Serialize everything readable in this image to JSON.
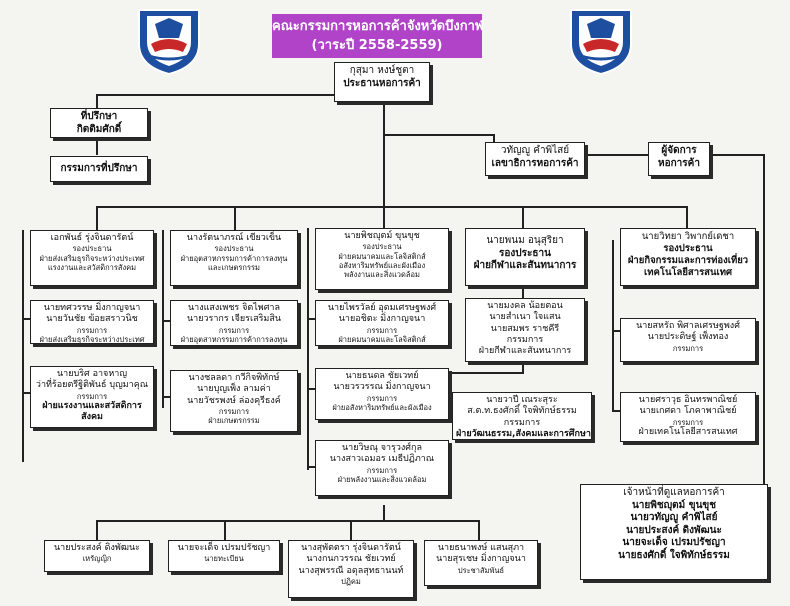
{
  "header": {
    "title": "คณะกรรมการหอการค้าจังหวัดบึงกาฬ",
    "subtitle": "(วาระปี 2558-2559)"
  },
  "colors": {
    "title_bg": "#b043c8",
    "logo_blue": "#1d4ea0",
    "logo_red": "#c8282a"
  },
  "nodes": {
    "president": [
      "กุสุมา หงษ์ชูตา",
      "ประธานหอการค้า"
    ],
    "advisor": [
      "ที่ปรึกษา",
      "กิตติมศักดิ์"
    ],
    "advisor_committee": [
      "กรรมการที่ปรึกษา"
    ],
    "secretary": [
      "วทัญญู คำพิไสย์",
      "เลขาธิการหอการค้า"
    ],
    "manager": [
      "ผู้จัดการ",
      "หอการค้า"
    ],
    "vp1": [
      "เอกพันธ์ รุ่งจินดารัตน์",
      "รองประธาน",
      "ฝ่ายส่งเสริมธุรกิจระหว่างประเทศ",
      "แรงงานและสวัสดิการสังคม"
    ],
    "vp1_a": [
      "นายทศวรรษ   มิ่งกาญจนา",
      "นายวันชัย    ข้อยสราวนิช",
      "กรรมการ",
      "ฝ่ายส่งเสริมธุรกิจระหว่างประเทศ"
    ],
    "vp1_b": [
      "นายบริศ          อาจหาญ",
      "ว่าที่ร้อยตรีฐิติพันธ์ บุญมาคุณ",
      "กรรมการ",
      "ฝ่ายแรงงานและสวัสดิการ",
      "สังคม"
    ],
    "vp2": [
      "นางรัตนาภรณ์ เขียวเข็น",
      "รองประธาน",
      "ฝ่ายอุตสาหกรรมการค้าการลงทุน",
      "และเกษตรกรรม"
    ],
    "vp2_a": [
      "นางแสงเพชร  จิตไพศาล",
      "นายวรากร     เจียรเสริมสิน",
      "กรรมการ",
      "ฝ่ายอุตสาหกรรมการค้าการลงทุน"
    ],
    "vp2_b": [
      "นางชลลดา     กวีกิจพิทักษ์",
      "นายบุญเพ็ง         ลามค่า",
      "นายวัชรพงษ์   ล่องคุรีธงค์",
      "กรรมการ",
      "ฝ่ายเกษตรกรรม"
    ],
    "vp3": [
      "นายพิชญุตม์ ขุนขุช",
      "รองประธาน",
      "ฝ่ายคมนาคมและโลจิสติกส์",
      "อสังหาริมทรัพย์และผังเมือง",
      "พลังงานและสิ่งแวดล้อม"
    ],
    "vp3_a": [
      "นายไพรวัลย์ อุดมเศรษฐพงศ์",
      "นายอชิตะ        มิ่งกาญจนา",
      "กรรมการ",
      "ฝ่ายคมนาคมและโลจิสติกส์"
    ],
    "vp3_b": [
      "นายธนดล      ชัยเวทย์",
      "นายวรวรรณ  มิ่งกาญจนา",
      "กรรมการ",
      "ฝ่ายอสังหาริมทรัพย์และผังเมือง"
    ],
    "vp3_c": [
      "นายวิษณุ         จารุวงศ์กุล",
      "นางสาวเอมอร  เมธีปฏิภาณ",
      "กรรมการ",
      "ฝ่ายพลังงานและสิ่งแวดล้อม"
    ],
    "vp4": [
      "นายพนม อนุสุริยา",
      "รองประธาน",
      "ฝ่ายกีฬาและสันทนาการ"
    ],
    "vp4_a": [
      "นายมงคล น้อยตอน",
      "นายสำเนา   ใจแสน",
      "นายสมพร    ราชคีรี",
      "กรรมการ",
      "ฝ่ายกีฬาและสันทนาการ"
    ],
    "vp4_b": [
      "นายวาปี           เณระสุระ",
      "ส.ต.ท.ธงศักดิ์ ใจพิทักษ์ธรรม",
      "กรรมการ",
      "ฝ่ายวัฒนธรรม,สังคมและการศึกษา"
    ],
    "vp5": [
      "นายวิทยา วิพากย์เดชา",
      "รองประธาน",
      "ฝ่ายกิจกรรมและการท่องเที่ยว",
      "เทคโนโลยีสารสนเทศ"
    ],
    "vp5_a": [
      "นายสหรัถ พิศาลเศรษฐพงศ์",
      "นายประดิษฐ์         เพ็งทอง",
      "กรรมการ"
    ],
    "vp5_b": [
      "นายศราวุธ อินทรพาณิชย์",
      "นายเกศดา โภคาพาณิชย์",
      "กรรมการ",
      "ฝ่ายเทคโนโลยีสารสนเทศ"
    ],
    "staff": [
      "เจ้าหน้าที่ดูแลหอการค้า",
      "นายพิชญุตม์          ขุนขุช",
      "นายวทัญญู       คำพิไสย์",
      "นายประสงค์       ดิงพัฒนะ",
      "นายจะเด็จ     เปรมปรัชญา",
      "นายธงศักดิ์ ใจพิทักษ์ธรรม"
    ],
    "bottom1": [
      "นายประสงค์ ดิงพัฒนะ",
      "เหรัญญิก"
    ],
    "bottom2": [
      "นายจะเด็จ เปรมปรัชญา",
      "นายทะเบียน"
    ],
    "bottom3": [
      "นางสุพัตตรา  รุ่งจินดารัตน์",
      "นางกนกวรรณ     ชัยเวทย์",
      "นางสุพรรณี อดุลสุทธานนท์",
      "ปฏิคม"
    ],
    "bottom4": [
      "นายธนาพงษ์ แสนสุภา",
      "นายสุรเชษ มิ่งกาญจนา",
      "ประชาสัมพันธ์"
    ]
  }
}
